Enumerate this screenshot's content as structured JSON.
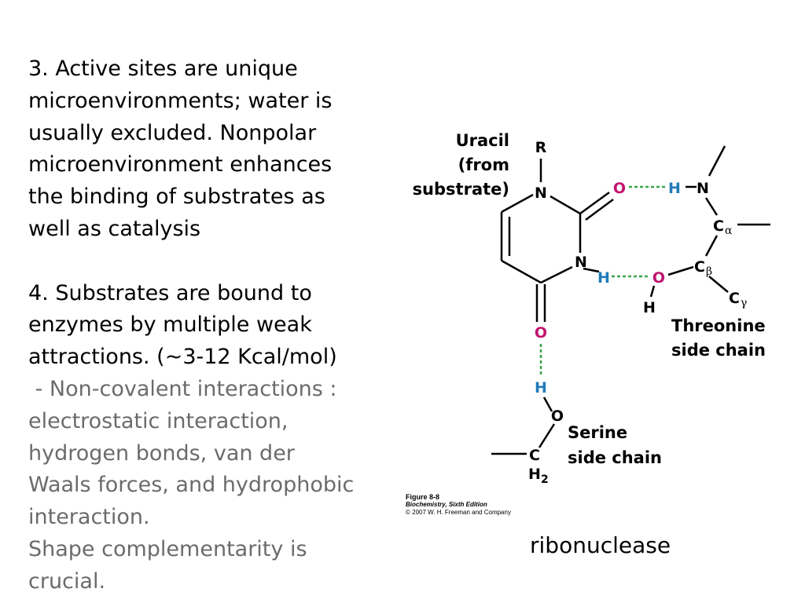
{
  "point3": {
    "lines": [
      "3. Active sites are unique",
      "microenvironments; water is",
      "usually excluded. Nonpolar",
      "microenvironment enhances",
      "the binding of substrates as",
      "well as catalysis"
    ]
  },
  "point4": {
    "lines": [
      "4. Substrates are bound to",
      "enzymes by multiple weak",
      "attractions. (~3-12 Kcal/mol)"
    ],
    "detail_lines": [
      " - Non-covalent interactions :",
      "electrostatic interaction,",
      "hydrogen bonds, van der",
      "Waals forces, and hydrophobic",
      "interaction.",
      "Shape complementarity is",
      "crucial."
    ]
  },
  "figure": {
    "labels": {
      "uracil_1": "Uracil",
      "uracil_2": "(from",
      "uracil_3": "substrate)",
      "threonine_1": "Threonine",
      "threonine_2": "side chain",
      "serine_1": "Serine",
      "serine_2": "side chain"
    },
    "atoms": {
      "r": "R",
      "n1": "N",
      "n3": "N",
      "o2": "O",
      "o4": "O",
      "h_n3": "H",
      "h_thr_n": "H",
      "n_thr": "N",
      "c_alpha": "C",
      "c_beta": "C",
      "c_gamma": "C",
      "o_thr": "O",
      "h_thr_o": "H",
      "h_ser": "H",
      "o_ser": "O",
      "c_ser": "C",
      "h2_ser": "H"
    },
    "subscripts": {
      "alpha": "α",
      "beta": "β",
      "gamma": "γ",
      "two": "2"
    },
    "credit": {
      "line1": "Figure 8-8",
      "line2": "Biochemistry, Sixth Edition",
      "line3": "© 2007 W. H. Freeman and Company"
    },
    "colors": {
      "oxygen": "#c0136e",
      "hydrogen_bond_h": "#1f7ab8",
      "bond": "#000000",
      "hbond_dash": "#3aa54a"
    }
  },
  "caption": "ribonuclease"
}
